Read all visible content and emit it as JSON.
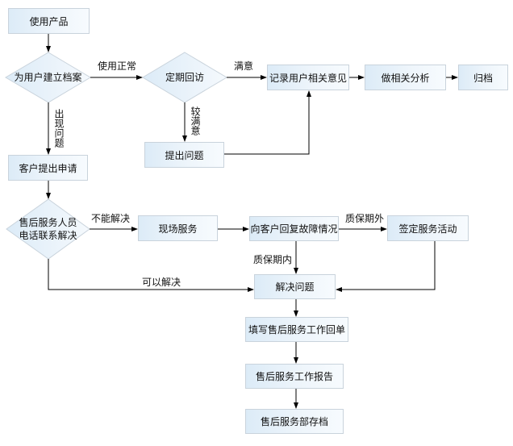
{
  "diagram": {
    "type": "flowchart",
    "nodes": {
      "use_product": "使用产品",
      "create_profile": "为用户建立档案",
      "periodic_visit": "定期回访",
      "record_opinion": "记录用户相关意见",
      "analysis": "做相关分析",
      "archive": "归档",
      "raise_issue": "提出问题",
      "customer_request": "客户提出申请",
      "phone_support_line1": "售后服务人员",
      "phone_support_line2": "电话联系解决",
      "onsite_service": "现场服务",
      "reply_fault": "向客户回复故障情况",
      "sign_service": "签定服务活动",
      "solve_problem": "解决问题",
      "fill_receipt": "填写售后服务工作回单",
      "work_report": "售后服务工作报告",
      "dept_archive": "售后服务部存档"
    },
    "edge_labels": {
      "normal_use": "使用正常",
      "satisfied": "满意",
      "problem_occurs": "出现问题",
      "fairly_satisfied": "较满意",
      "cannot_solve": "不能解决",
      "can_solve": "可以解决",
      "out_of_warranty": "质保期外",
      "in_warranty": "质保期内"
    },
    "colors": {
      "box_fill_start": "#dcebf7",
      "box_fill_end": "#f7fbfe",
      "box_border": "#c9d3dc",
      "line": "#000000"
    }
  }
}
